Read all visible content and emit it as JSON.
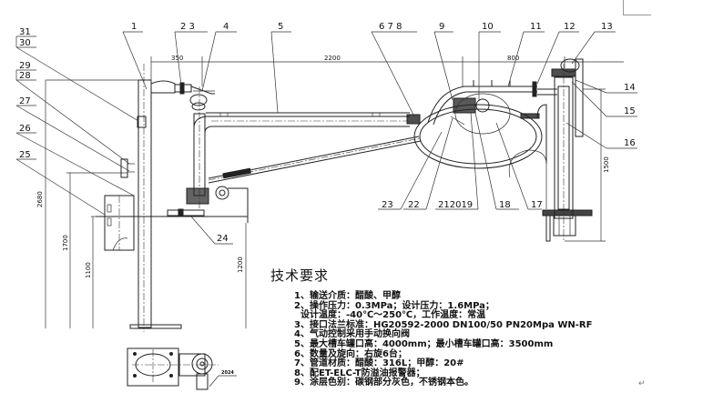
{
  "drawing": {
    "title": "Loading arm assembly drawing",
    "part_labels": {
      "top": [
        "1",
        "2 3",
        "4",
        "5",
        "6 7 8",
        "9",
        "10",
        "11",
        "12",
        "13"
      ],
      "right": [
        "14",
        "15",
        "16"
      ],
      "bottom": [
        "23",
        "22",
        "212019",
        "18",
        "17",
        "24"
      ],
      "left": [
        "31",
        "30",
        "29",
        "28",
        "27",
        "26",
        "25"
      ]
    },
    "dimensions": {
      "d350": "350",
      "d2200": "2200",
      "d800": "800",
      "d2680": "2680",
      "d1700": "1700",
      "d1100": "1100",
      "d1200": "1200",
      "d1500": "1500",
      "plan_tag": "2024"
    }
  },
  "technical_requirements": {
    "title": "技术要求",
    "items": [
      "1、输送介质：醋酸、甲醇",
      "2、操作压力：0.3MPa；设计压力：1.6MPa；",
      "设计温度：-40℃～250℃，工作温度：常温",
      "3、接口法兰标准：HG20592-2000 DN100/50 PN20Mpa WN-RF",
      "4、气动控制采用手动换向阀",
      "5、最大槽车罐口高：4000mm；最小槽车罐口高：3500mm",
      "6、数量及旋向：右旋6台；",
      "7、管道材质：醋酸：316L；甲醇：20#",
      "8、配ET-ELC-T防溢油报警器；",
      "9、涂层色别：碳钢部分灰色，不锈钢本色。"
    ]
  },
  "paragraph_mark": "↵"
}
